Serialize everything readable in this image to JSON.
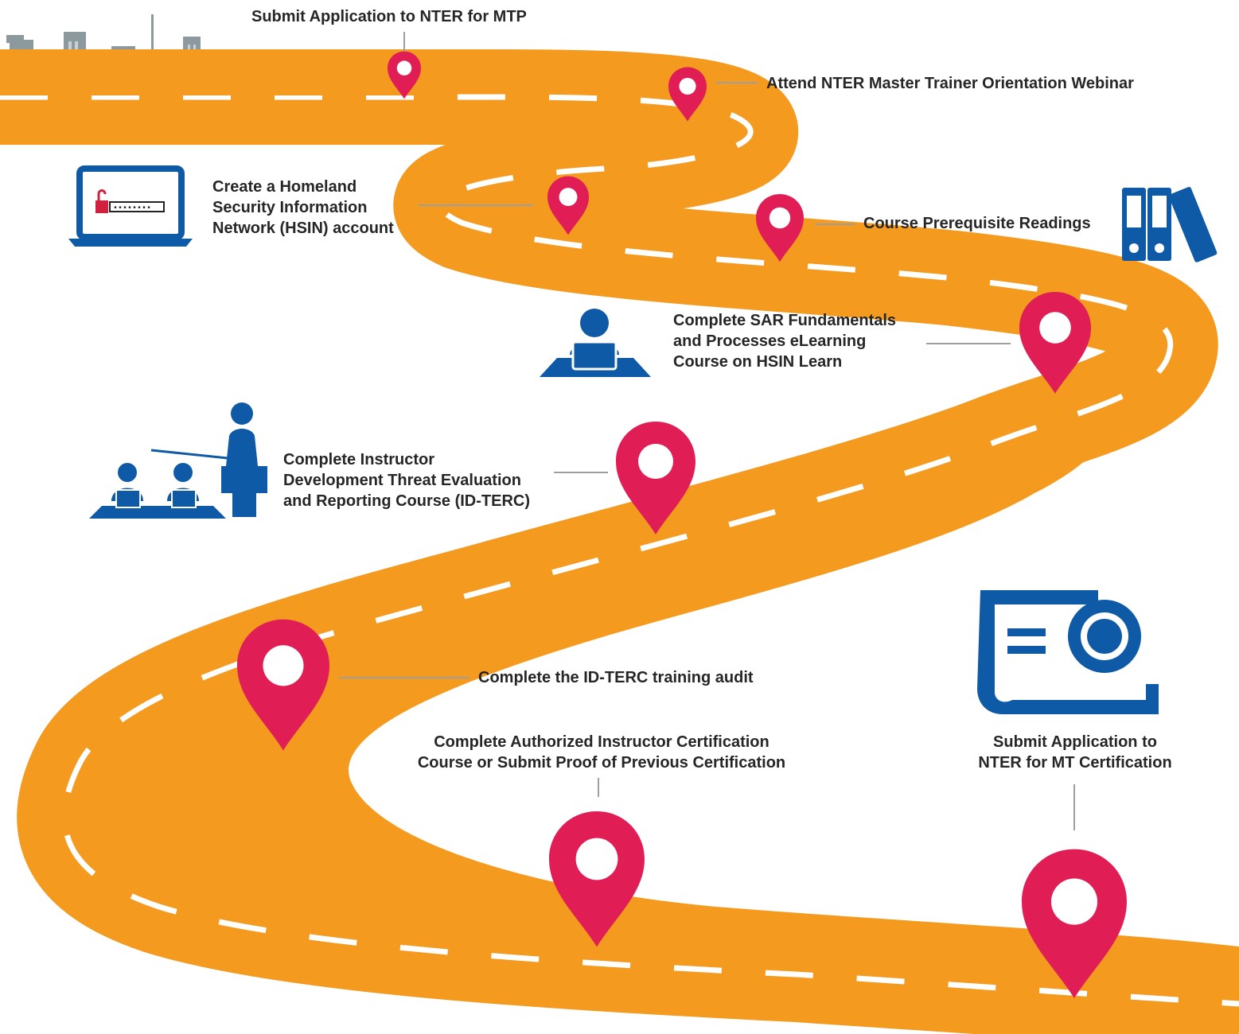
{
  "colors": {
    "road": "#F39A1F",
    "road_lane": "#FFFFFF",
    "pin": "#E01E55",
    "icon_blue": "#0F5AA6",
    "skyline": "#8C9A9D",
    "leader": "#9E9E9E",
    "text": "#262626"
  },
  "steps": [
    {
      "id": "step-1",
      "lines": [
        "Submit Application to NTER for MTP"
      ]
    },
    {
      "id": "step-2",
      "lines": [
        "Attend NTER Master Trainer Orientation Webinar"
      ]
    },
    {
      "id": "step-3",
      "lines": [
        "Create a Homeland",
        "Security Information",
        "Network (HSIN) account"
      ],
      "icon": "laptop-lock-icon"
    },
    {
      "id": "step-4",
      "lines": [
        "Course Prerequisite Readings"
      ],
      "icon": "binders-icon"
    },
    {
      "id": "step-5",
      "lines": [
        "Complete SAR Fundamentals",
        "and Processes eLearning",
        "Course on HSIN Learn"
      ],
      "icon": "elearning-user-icon"
    },
    {
      "id": "step-6",
      "lines": [
        "Complete Instructor",
        "Development Threat Evaluation",
        "and Reporting Course (ID-TERC)"
      ],
      "icon": "classroom-instructor-icon"
    },
    {
      "id": "step-7",
      "lines": [
        "Complete the ID-TERC training audit"
      ]
    },
    {
      "id": "step-8",
      "lines": [
        "Complete Authorized Instructor Certification",
        "Course or Submit Proof of Previous Certification"
      ]
    },
    {
      "id": "step-9",
      "lines": [
        "Submit Application to",
        "NTER for MT Certification"
      ],
      "icon": "certificate-icon"
    }
  ],
  "decor": {
    "skyline_icon": "city-skyline-icon",
    "pin_icon": "map-pin-icon"
  }
}
